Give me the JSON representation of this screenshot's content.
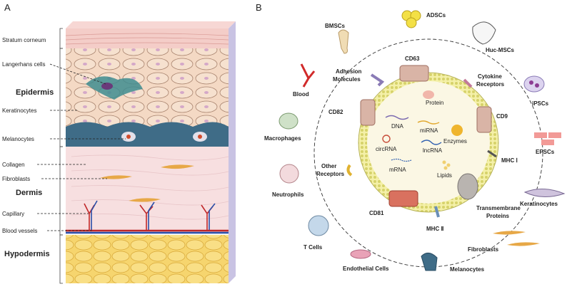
{
  "panels": {
    "a": "A",
    "b": "B"
  },
  "skin_labels": {
    "stratum_corneum": "Stratum corneum",
    "langerhans": "Langerhans cells",
    "epidermis": "Epidermis",
    "keratinocytes": "Keratinocytes",
    "melanocytes": "Melanocytes",
    "collagen": "Collagen",
    "fibroblasts": "Fibroblasts",
    "dermis": "Dermis",
    "capillary": "Capillary",
    "blood_vessels": "Blood vessels",
    "hypodermis": "Hypodermis"
  },
  "sources": {
    "bmscs": "BMSCs",
    "adscs": "ADSCs",
    "huc_mscs": "Huc-MSCs",
    "ipscs": "iPSCs",
    "epscs": "EPSCs",
    "keratinocytes": "Keratinocytes",
    "fibroblasts": "Fibroblasts",
    "melanocytes": "Melanocytes",
    "endothelial": "Endothelial Cells",
    "t_cells": "T Cells",
    "neutrophils": "Neutrophils",
    "macrophages": "Macrophages",
    "blood": "Blood"
  },
  "membrane": {
    "cd63": "CD63",
    "adhesion_1": "Adhesion",
    "adhesion_2": "Molecules",
    "cytokine_1": "Cytokine",
    "cytokine_2": "Receptors",
    "cd82": "CD82",
    "cd9": "CD9",
    "mhc1": "MHC Ⅰ",
    "other_1": "Other",
    "other_2": "Receptors",
    "cd81": "CD81",
    "mhc2": "MHC Ⅱ",
    "trans_1": "Transmembrane",
    "trans_2": "Proteins"
  },
  "cargo": {
    "protein": "Protein",
    "dna": "DNA",
    "mirna": "miRNA",
    "enzymes": "Enzymes",
    "circrna": "circRNA",
    "lncrna": "lncRNA",
    "mrna": "mRNA",
    "lipids": "Lipids"
  }
}
